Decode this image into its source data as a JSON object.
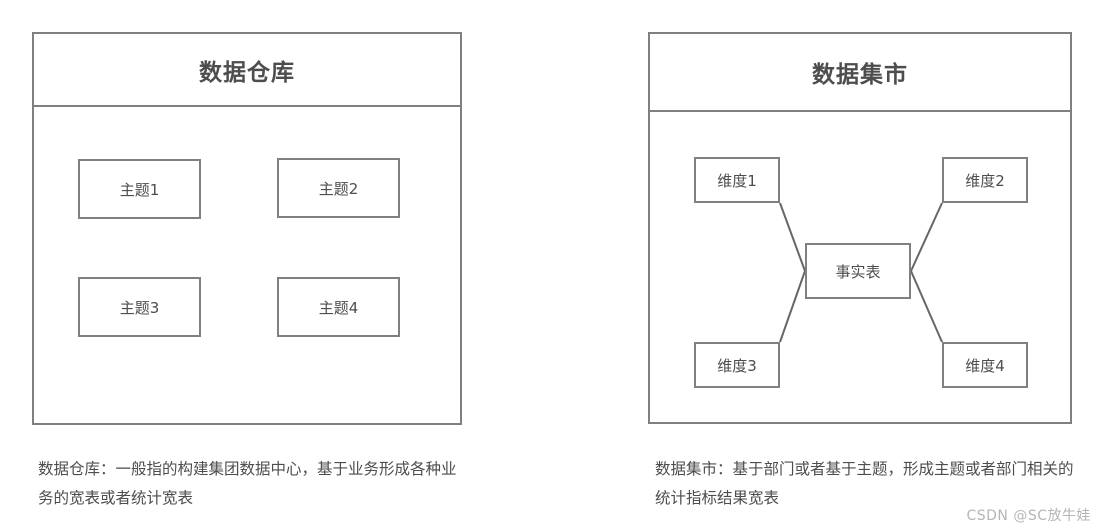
{
  "diagram": {
    "panels": [
      {
        "id": "warehouse",
        "title": "数据仓库",
        "nodes": [
          {
            "id": "topic-1",
            "label": "主题1"
          },
          {
            "id": "topic-2",
            "label": "主题2"
          },
          {
            "id": "topic-3",
            "label": "主题3"
          },
          {
            "id": "topic-4",
            "label": "主题4"
          }
        ],
        "caption": "数据仓库：一般指的构建集团数据中心，基于业务形成各种业务的宽表或者统计宽表"
      },
      {
        "id": "mart",
        "title": "数据集市",
        "nodes": [
          {
            "id": "dim-1",
            "label": "维度1"
          },
          {
            "id": "dim-2",
            "label": "维度2"
          },
          {
            "id": "fact",
            "label": "事实表"
          },
          {
            "id": "dim-3",
            "label": "维度3"
          },
          {
            "id": "dim-4",
            "label": "维度4"
          }
        ],
        "caption": "数据集市：基于部门或者基于主题，形成主题或者部门相关的统计指标结果宽表"
      }
    ],
    "connections": [
      {
        "from": "dim-1",
        "to": "fact"
      },
      {
        "from": "dim-2",
        "to": "fact"
      },
      {
        "from": "dim-3",
        "to": "fact"
      },
      {
        "from": "dim-4",
        "to": "fact"
      }
    ]
  },
  "watermark": "CSDN @SC放牛娃",
  "colors": {
    "border": "#808080",
    "text": "#4d4d4d",
    "background": "#ffffff",
    "watermark": "#b5b5b5"
  }
}
